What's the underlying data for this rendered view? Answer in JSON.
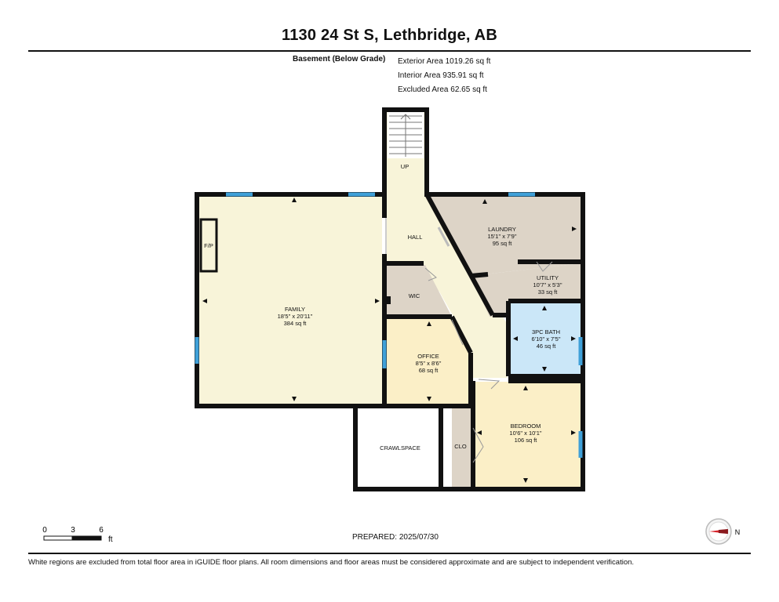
{
  "header": {
    "title": "1130 24 St S, Lethbridge, AB"
  },
  "summary": {
    "level": "Basement (Below Grade)",
    "exterior_area": "Exterior Area 1019.26 sq ft",
    "interior_area": "Interior Area 935.91 sq ft",
    "excluded_area": "Excluded Area 62.65 sq ft"
  },
  "rooms": {
    "family": {
      "name": "FAMILY",
      "dims": "18'5\" x 20'11\"",
      "area": "384 sq ft"
    },
    "laundry": {
      "name": "LAUNDRY",
      "dims": "15'1\" x 7'9\"",
      "area": "95 sq ft"
    },
    "utility": {
      "name": "UTILITY",
      "dims": "10'7\" x 5'3\"",
      "area": "33 sq ft"
    },
    "bath": {
      "name": "3PC BATH",
      "dims": "6'10\" x 7'5\"",
      "area": "46 sq ft"
    },
    "office": {
      "name": "OFFICE",
      "dims": "8'5\" x 8'6\"",
      "area": "68 sq ft"
    },
    "bedroom": {
      "name": "BEDROOM",
      "dims": "10'6\" x 10'1\"",
      "area": "106 sq ft"
    },
    "hall": {
      "name": "HALL"
    },
    "wic": {
      "name": "WIC"
    },
    "clo": {
      "name": "CLO"
    },
    "crawlspace": {
      "name": "CRAWLSPACE"
    },
    "fp": {
      "name": "F/P"
    },
    "up": {
      "name": "UP"
    }
  },
  "scale": {
    "ticks": [
      "0",
      "3",
      "6"
    ],
    "unit": "ft"
  },
  "compass": {
    "label": "N"
  },
  "colors": {
    "family": "#f8f4d9",
    "laundry": "#ddd4c7",
    "utility": "#ddd4c7",
    "bath": "#cbe7f8",
    "office": "#fbefc7",
    "bedroom": "#fbefc7",
    "hall": "#f8f4d9",
    "wic": "#ddd4c7",
    "clo": "#ddd4c7",
    "crawlspace": "#ffffff",
    "wall": "#111111",
    "window": "#3fa0d8"
  },
  "footer": {
    "prepared": "PREPARED: 2025/07/30",
    "disclaimer": "White regions are excluded from total floor area in iGUIDE floor plans. All room dimensions and floor areas must be considered approximate and are subject to independent verification."
  }
}
